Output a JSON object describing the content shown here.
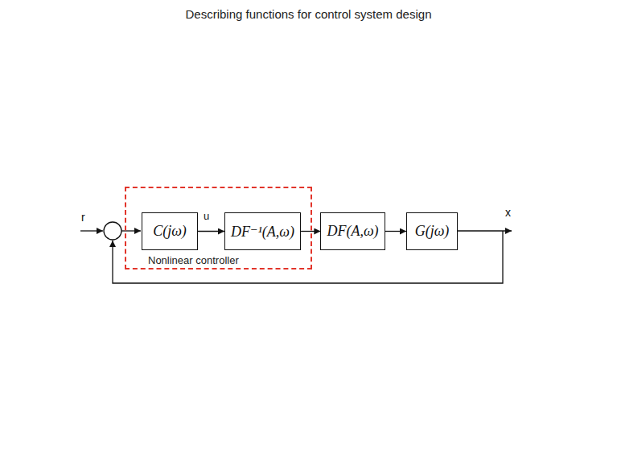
{
  "diagram": {
    "title": "Describing functions for control system design",
    "nodes": [
      {
        "text": [
          "Nonlinear controller"
        ]
      },
      {
        "text": [
          "C(jω)"
        ],
        "in": 0
      },
      {
        "text": [
          "DF⁻¹(A,ω)"
        ],
        "in": 0
      },
      {
        "text": [
          "DF(A,ω)"
        ]
      },
      {
        "text": [
          "G(jω)"
        ]
      }
    ],
    "edges": [
      {
        "from": 1,
        "to": 2,
        "label": "u",
        "arrow": "to"
      },
      {
        "from": 2,
        "to": 3,
        "arrow": "to"
      },
      {
        "from": 3,
        "to": 4,
        "arrow": "to"
      }
    ],
    "labels": [
      "r",
      "x"
    ]
  }
}
